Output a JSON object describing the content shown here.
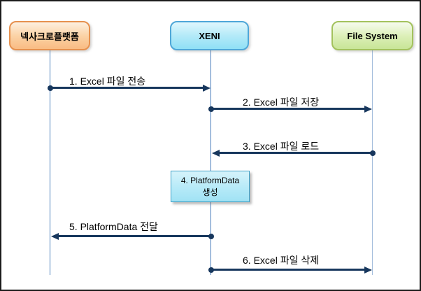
{
  "frame": {
    "background": "#FFFFFF",
    "border_color": "#1C1C1C"
  },
  "diagram": {
    "type": "sequence-diagram",
    "actors": [
      {
        "id": "nexacro",
        "label": "넥사크로플랫폼",
        "fill": "#F9BB83",
        "border": "#E6914F"
      },
      {
        "id": "xeni",
        "label": "XENI",
        "fill": "#8FE0F6",
        "border": "#4FA7D8"
      },
      {
        "id": "filesystem",
        "label": "File System",
        "fill": "#C8E597",
        "border": "#A3C25D"
      }
    ],
    "messages": [
      {
        "seq": "1",
        "label": "1. Excel 파일 전송",
        "from": "넥사크로플랫폼",
        "to": "XENI",
        "direction": "right"
      },
      {
        "seq": "2",
        "label": "2. Excel 파일 저장",
        "from": "XENI",
        "to": "File System",
        "direction": "right"
      },
      {
        "seq": "3",
        "label": "3. Excel 파일 로드",
        "from": "File System",
        "to": "XENI",
        "direction": "left"
      },
      {
        "seq": "4",
        "label": "4. PlatformData 생성",
        "type": "self-action",
        "on": "XENI",
        "line1": "4. PlatformData",
        "line2": "생성"
      },
      {
        "seq": "5",
        "label": "5. PlatformData 전달",
        "from": "XENI",
        "to": "넥사크로플랫폼",
        "direction": "left"
      },
      {
        "seq": "6",
        "label": "6. Excel 파일 삭제",
        "from": "XENI",
        "to": "File System",
        "direction": "right"
      }
    ],
    "colors": {
      "arrow": "#17375D",
      "lifeline": "#4A7EBB",
      "lifeline_light": "#A4BEDC",
      "text": "#000000"
    }
  }
}
